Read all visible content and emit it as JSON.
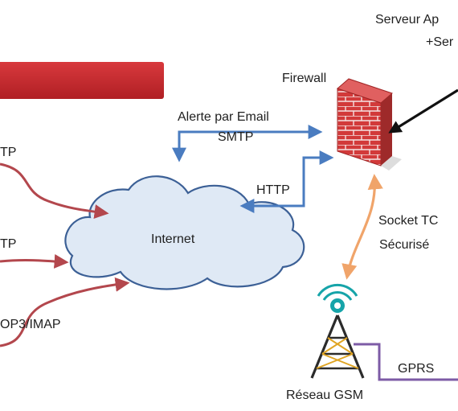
{
  "labels": {
    "server_line1": "Serveur Ap",
    "server_line2": "+Ser",
    "firewall": "Firewall",
    "alert_email": "Alerte par Email",
    "smtp": "SMTP",
    "http_firewall": "HTTP",
    "internet": "Internet",
    "socket_line1": "Socket TC",
    "socket_line2": "Sécurisé",
    "gprs": "GPRS",
    "gsm_network": "Réseau GSM",
    "left_proto_1": "TP",
    "left_proto_2": "TP",
    "left_proto_3": "OP3/IMAP"
  },
  "colors": {
    "red_bar": "#c2262b",
    "cloud_fill": "#dfe9f5",
    "cloud_stroke": "#3c6096",
    "blue_arrow": "#4a7cc0",
    "red_arrow": "#b3474d",
    "orange_arrow": "#f0a46a",
    "purple_line": "#7d5ba6",
    "black_arrow": "#111111",
    "brick_red": "#d23a3a",
    "antenna_teal": "#16a4a9"
  }
}
